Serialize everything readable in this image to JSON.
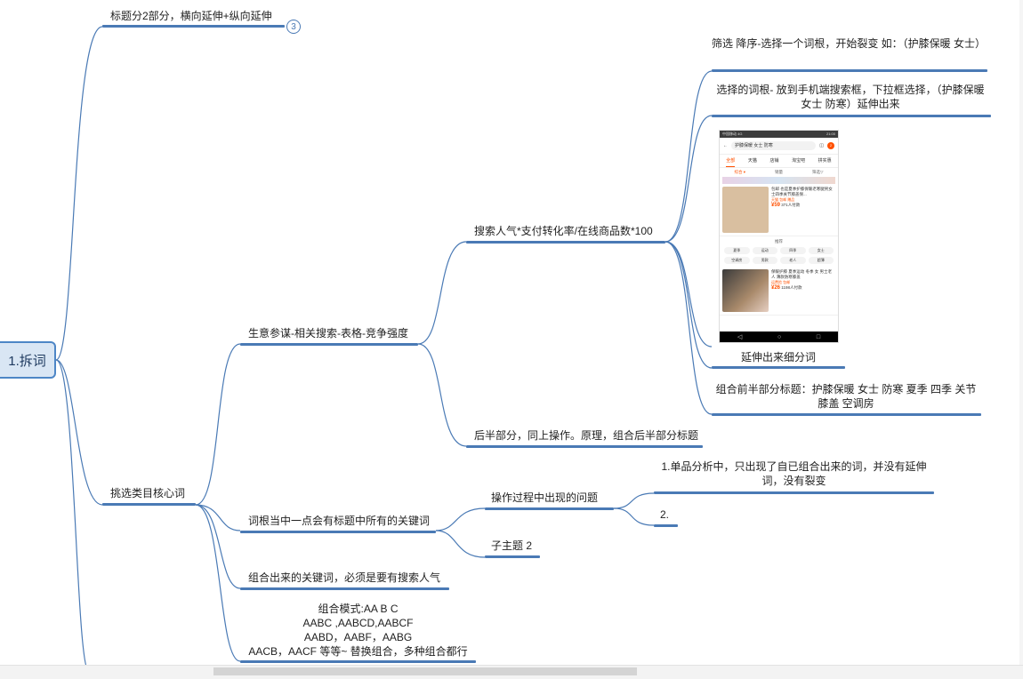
{
  "root": {
    "label": "1.拆词"
  },
  "collapsed_count": "3",
  "topics": {
    "t_title_split": "标题分2部分，横向延伸+纵向延伸",
    "t_pick_core": "挑选类目核心词",
    "t_biz_advisor": "生意参谋-相关搜索-表格-竞争强度",
    "t_formula": "搜索人气*支付转化率/在线商品数*100",
    "t_second_half": "后半部分，同上操作。原理，组合后半部分标题",
    "t_filter": "筛选 降序-选择一个词根，开始裂变 如：（护膝保暖 女士）",
    "t_phone_search": "选择的词根- 放到手机端搜索框，下拉框选择，（护膝保暖 女士 防寒）延伸出来",
    "t_extend_sub": "延伸出来细分词",
    "t_combine_front": "组合前半部分标题：护膝保暖 女士 防寒 夏季 四季  关节 膝盖 空调房",
    "t_root_keywords": "词根当中一点会有标题中所有的关键词",
    "t_issues": "操作过程中出现的问题",
    "t_issue1": "1.单品分析中，只出现了自已组合出来的词，并没有延伸词，没有裂变",
    "t_issue2": "2.",
    "t_subtopic2": "子主题 2",
    "t_must_search": "组合出来的关键词，必须是要有搜索人气",
    "t_patterns": [
      "组合模式:AA B C",
      "AABC ,AABCD,AABCF",
      "AABD，AABF，AABG",
      "AACB，AACF 等等~ 替换组合，多种组合都行"
    ]
  },
  "phone": {
    "status_left": "中国移动 4G",
    "status_right": "21:00",
    "search_query": "护膝保暖 女士 防寒",
    "notif_count": "2",
    "tabs": [
      "全部",
      "天猫",
      "店铺",
      "淘宝吧",
      "拼实惠"
    ],
    "active_tab": "全部",
    "filters": [
      "综合 ▾",
      "销量",
      "筛选▽"
    ],
    "product1_title": "包邮 也是夏季护膝保暖老寒腿男女士四季关节膝盖保...",
    "product1_tag": "天猫 包邮 赠品",
    "product1_price": "¥59",
    "product1_sales": "371人付款",
    "chip_title": "推荐",
    "chips": [
      "夏季",
      "运动",
      "四季",
      "女士",
      "空调房",
      "男款",
      "老人",
      "超薄"
    ],
    "product2_title": "保暖护膝 夏季运动 冬季 女 男士老人 薄款防寒膝盖",
    "product2_tag": "运费险 包邮",
    "product2_price": "¥26",
    "product2_sales": "1198人付款"
  },
  "colors": {
    "branch": "#4a7ab5",
    "root_fill": "#d9e6f4",
    "root_border": "#4d86c6",
    "accent": "#ff5000"
  }
}
